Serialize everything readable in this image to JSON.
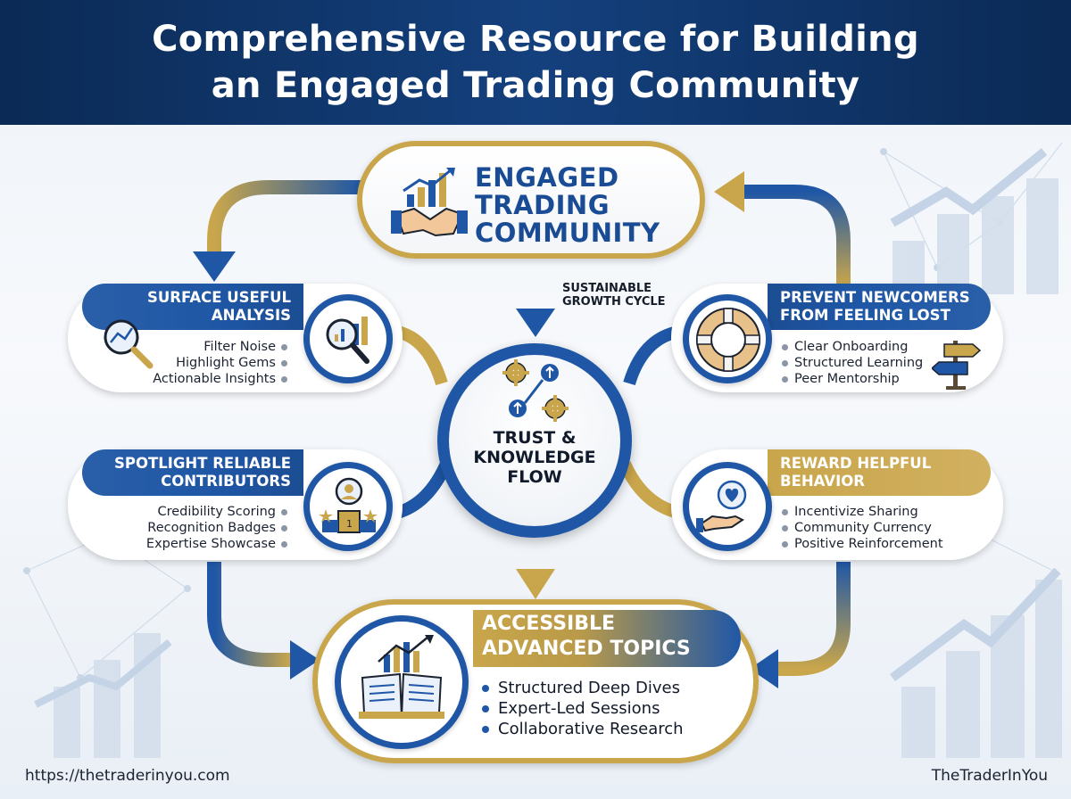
{
  "title": {
    "line1": "Comprehensive Resource for Building",
    "line2": "an Engaged Trading Community"
  },
  "top_node": {
    "line1": "ENGAGED",
    "line2": "TRADING",
    "line3": "COMMUNITY",
    "icon": "handshake-chart-icon"
  },
  "cycle_label": {
    "line1": "SUSTAINABLE",
    "line2": "GROWTH CYCLE"
  },
  "center_node": {
    "line1": "TRUST &",
    "line2": "KNOWLEDGE",
    "line3": "FLOW",
    "icon": "gears-arrows-icon"
  },
  "left_nodes": [
    {
      "line1": "SURFACE USEFUL",
      "line2": "ANALYSIS",
      "bullets": [
        "Filter Noise",
        "Highlight Gems",
        "Actionable Insights"
      ],
      "icon": "magnifier-chart-icon"
    },
    {
      "line1": "SPOTLIGHT RELIABLE",
      "line2": "CONTRIBUTORS",
      "bullets": [
        "Credibility Scoring",
        "Recognition Badges",
        "Expertise Showcase"
      ],
      "icon": "podium-person-icon"
    }
  ],
  "right_nodes": [
    {
      "line1": "PREVENT NEWCOMERS",
      "line2": "FROM FEELING LOST",
      "bullets": [
        "Clear Onboarding",
        "Structured Learning",
        "Peer Mentorship"
      ],
      "icon": "lifebuoy-icon"
    },
    {
      "line1": "REWARD HELPFUL",
      "line2": "BEHAVIOR",
      "bullets": [
        "Incentivize Sharing",
        "Community Currency",
        "Positive Reinforcement"
      ],
      "icon": "hand-heart-icon"
    }
  ],
  "bottom_node": {
    "line1": "ACCESSIBLE",
    "line2": "ADVANCED TOPICS",
    "bullets": [
      "Structured Deep Dives",
      "Expert-Led Sessions",
      "Collaborative Research"
    ],
    "icon": "open-book-chart-icon"
  },
  "footer": {
    "url": "https://thetraderinyou.com",
    "brand": "TheTraderInYou"
  },
  "colors": {
    "navy": "#0b2a55",
    "blue": "#1f57a6",
    "gold": "#c9a64b"
  }
}
